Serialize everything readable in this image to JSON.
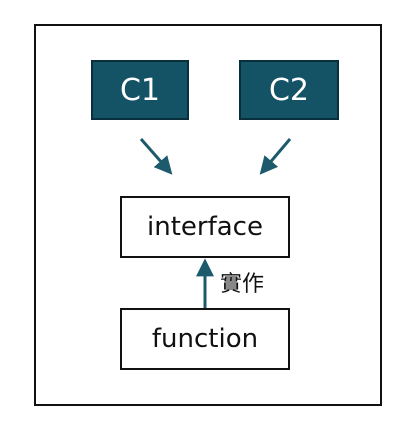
{
  "nodes": {
    "c1": "C1",
    "c2": "C2",
    "interface": "interface",
    "function": "function"
  },
  "edge_label": "實作",
  "colors": {
    "dark_fill": "#145266",
    "arrow": "#1d5a6c"
  }
}
